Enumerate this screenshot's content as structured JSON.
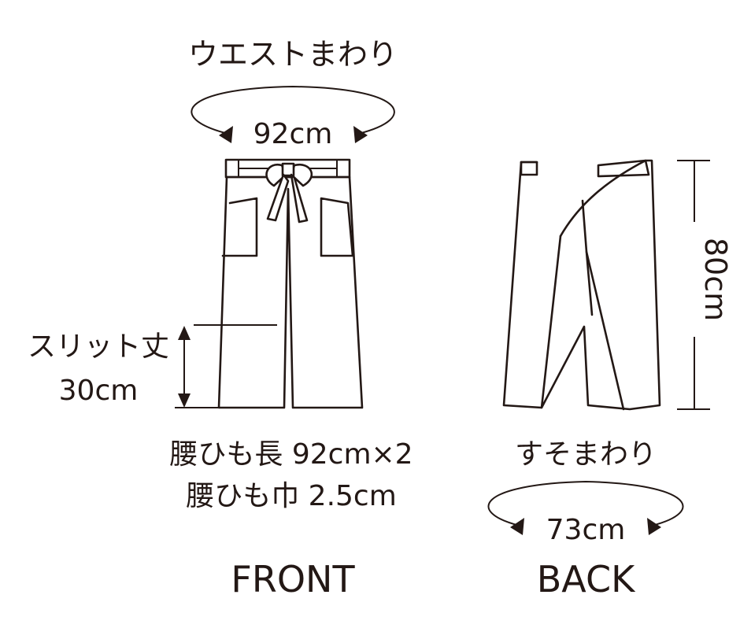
{
  "labels": {
    "waist_title": "ウエストまわり",
    "waist_value": "92cm",
    "slit_title": "スリット丈",
    "slit_value": "30cm",
    "tie_length": "腰ひも長 92cm×2",
    "tie_width": "腰ひも巾 2.5cm",
    "front": "FRONT",
    "hem_title": "すそまわり",
    "hem_value": "73cm",
    "length_value": "80cm",
    "back": "BACK"
  },
  "colors": {
    "ink": "#231815",
    "background": "#ffffff"
  }
}
